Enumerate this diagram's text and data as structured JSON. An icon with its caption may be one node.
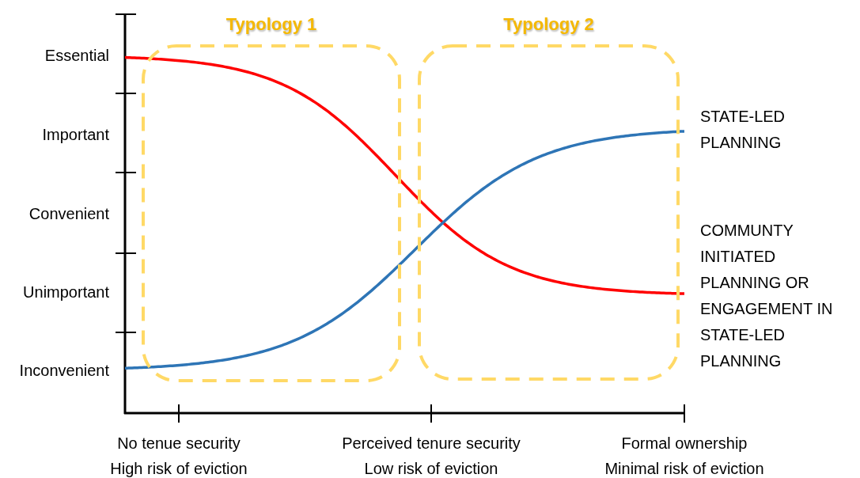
{
  "diagram": {
    "nodes": [
      {
        "text": [
          "Typology 1"
        ]
      },
      {
        "text": [
          "Typology 2"
        ]
      }
    ],
    "labels": [
      "Essential",
      "Important",
      "Convenient",
      "Unimportant",
      "Inconvenient",
      "STATE-LED PLANNING",
      "COMMUNTY INITIATED PLANNING OR ENGAGEMENT IN STATE-LED PLANNING",
      "No tenue security",
      "Perceived tenure security",
      "Formal ownership",
      "High risk of eviction",
      "Low risk of eviction",
      "Minimal risk of eviction"
    ]
  }
}
